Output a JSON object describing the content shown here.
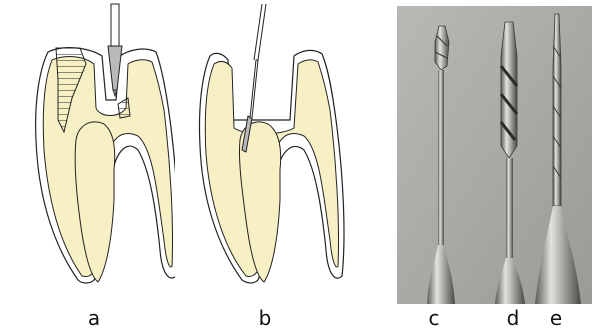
{
  "figure": {
    "labels": {
      "a": "a",
      "b": "b",
      "c": "c",
      "d": "d",
      "e": "e"
    },
    "colors": {
      "dentin_fill": "#f7f0c4",
      "outline": "#222222",
      "instrument_gray": "#b9b9b9",
      "photo_background": "#a9a9a6",
      "steel_light": "#dcdcd8",
      "steel_dark": "#5b5b58"
    }
  }
}
